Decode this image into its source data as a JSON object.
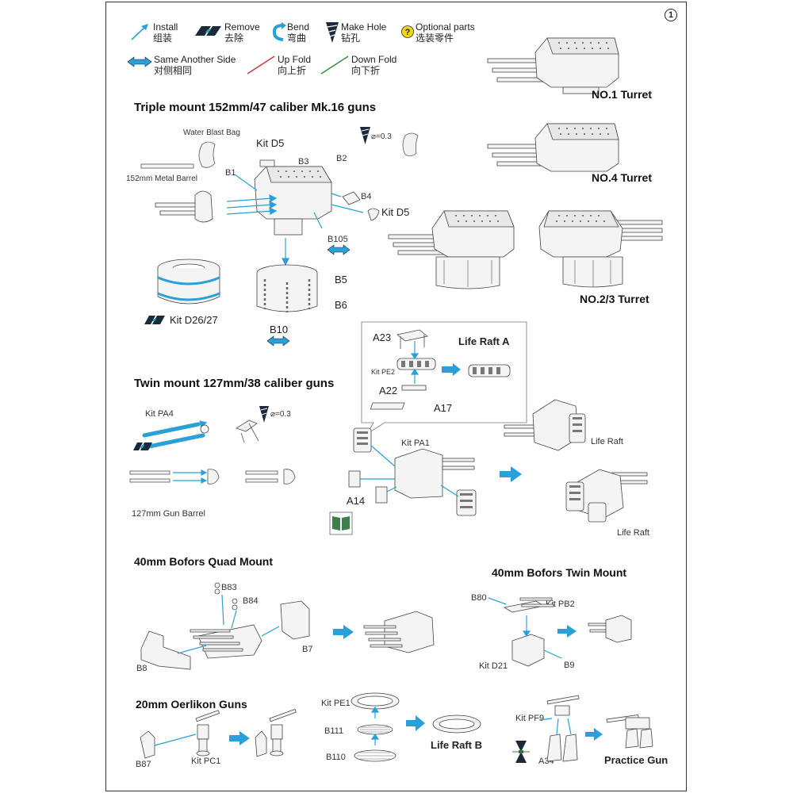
{
  "page_number": "1",
  "legend": {
    "install": {
      "en": "Install",
      "zh": "组装"
    },
    "remove": {
      "en": "Remove",
      "zh": "去除"
    },
    "bend": {
      "en": "Bend",
      "zh": "弯曲"
    },
    "make_hole": {
      "en": "Make Hole",
      "zh": "钻孔"
    },
    "optional": {
      "en": "Optional parts",
      "zh": "选装零件"
    },
    "same_side": {
      "en": "Same Another Side",
      "zh": "对侧相同"
    },
    "up_fold": {
      "en": "Up Fold",
      "zh": "向上折"
    },
    "down_fold": {
      "en": "Down Fold",
      "zh": "向下折"
    }
  },
  "colors": {
    "accent_blue": "#2a9fd8",
    "up_fold": "#c8343a",
    "down_fold": "#2f8f3a",
    "optional_yellow": "#f2d21b"
  },
  "turrets": {
    "no1": "NO.1 Turret",
    "no4": "NO.4 Turret",
    "no23": "NO.2/3 Turret"
  },
  "section_triple": {
    "title": "Triple mount 152mm/47 caliber Mk.16 guns",
    "water_blast_bag": "Water Blast Bag",
    "metal_barrel": "152mm Metal Barrel",
    "kit_d5_top": "Kit D5",
    "b3": "B3",
    "b2": "B2",
    "b1": "B1",
    "b4": "B4",
    "kit_d5_side": "Kit D5",
    "b105": "B105",
    "hole": "⌀=0.3",
    "b5": "B5",
    "b6": "B6",
    "b10": "B10",
    "kit_d2627": "Kit D26/27"
  },
  "life_raft_a": {
    "title": "Life Raft A",
    "a23": "A23",
    "kit_pe2": "Kit PE2",
    "a22": "A22",
    "a17": "A17"
  },
  "section_twin127": {
    "title": "Twin mount 127mm/38 caliber guns",
    "kit_pa4": "Kit PA4",
    "hole": "⌀=0.3",
    "gun_barrel": "127mm Gun Barrel",
    "kit_pa1": "Kit PA1",
    "a14": "A14",
    "life_raft_1": "Life Raft",
    "life_raft_2": "Life Raft"
  },
  "section_bofors_quad": {
    "title": "40mm Bofors Quad Mount",
    "b83": "B83",
    "b84": "B84",
    "b7": "B7",
    "b8": "B8"
  },
  "section_bofors_twin": {
    "title": "40mm Bofors Twin Mount",
    "b80": "B80",
    "kit_pb2": "Kit PB2",
    "kit_d21": "Kit D21",
    "b9": "B9"
  },
  "section_oerlikon": {
    "title": "20mm Oerlikon Guns",
    "b87": "B87",
    "kit_pc1": "Kit PC1"
  },
  "life_raft_b": {
    "title": "Life Raft B",
    "kit_pe1": "Kit PE1",
    "b111": "B111",
    "b110": "B110"
  },
  "practice_gun": {
    "title": "Practice Gun",
    "kit_pf9": "Kit PF9",
    "a34": "A34"
  }
}
